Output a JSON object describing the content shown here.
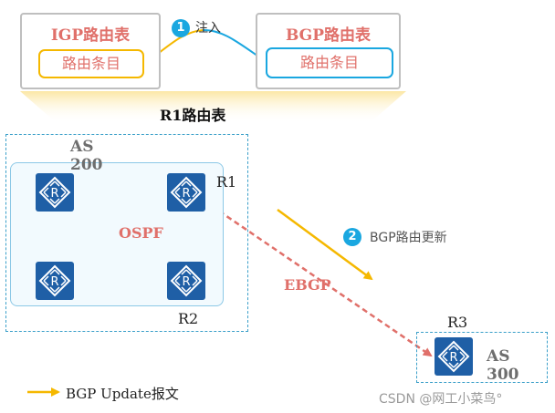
{
  "igp_table": {
    "title": "IGP路由表",
    "entry": "路由条目"
  },
  "bgp_table": {
    "title": "BGP路由表",
    "entry": "路由条目"
  },
  "inject": {
    "badge": "1",
    "label": "注入"
  },
  "r1_table_label": "R1路由表",
  "as200": {
    "label": "AS\n200",
    "protocol": "OSPF"
  },
  "routers": {
    "r1": "R1",
    "r2": "R2",
    "r3": "R3"
  },
  "as300": {
    "label": "AS\n300"
  },
  "ebgp_label": "EBGP",
  "update": {
    "badge": "2",
    "label": "BGP路由更新"
  },
  "legend": {
    "label": "BGP Update报文"
  },
  "watermark": "CSDN @网工小菜鸟°",
  "colors": {
    "accent_red": "#e0706a",
    "router_blue": "#1f5fa6",
    "update_yellow": "#f5b800",
    "link_blue": "#1aa7e0"
  }
}
